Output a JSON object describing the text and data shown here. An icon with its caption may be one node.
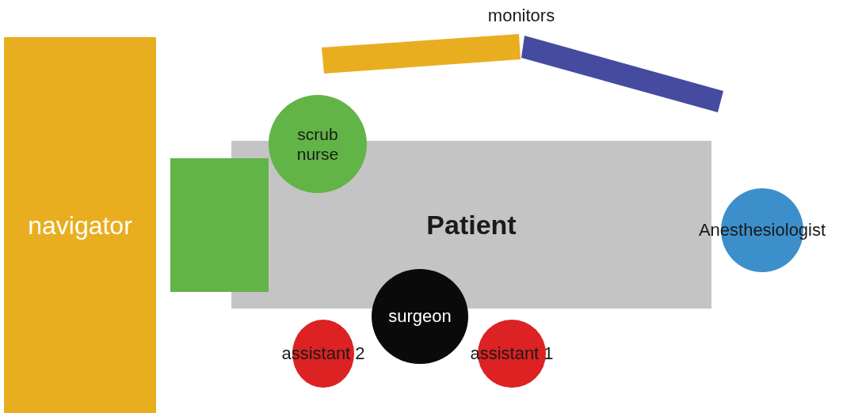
{
  "diagram": {
    "nodes": [
      {
        "text": [],
        "shape": "bar"
      },
      {
        "text": [],
        "shape": "bar"
      },
      {
        "text": [
          "navigator"
        ]
      },
      {
        "text": [
          "scrub nurse"
        ]
      },
      {
        "text": [
          "Patient"
        ]
      },
      {
        "text": [],
        "shape": "box"
      },
      {
        "text": [
          "Anesthesiologist"
        ]
      },
      {
        "text": [
          "surgeon"
        ]
      },
      {
        "text": [
          "assistant 2"
        ]
      },
      {
        "text": [
          "assistant 1"
        ]
      }
    ],
    "labels": [
      "monitors"
    ]
  }
}
